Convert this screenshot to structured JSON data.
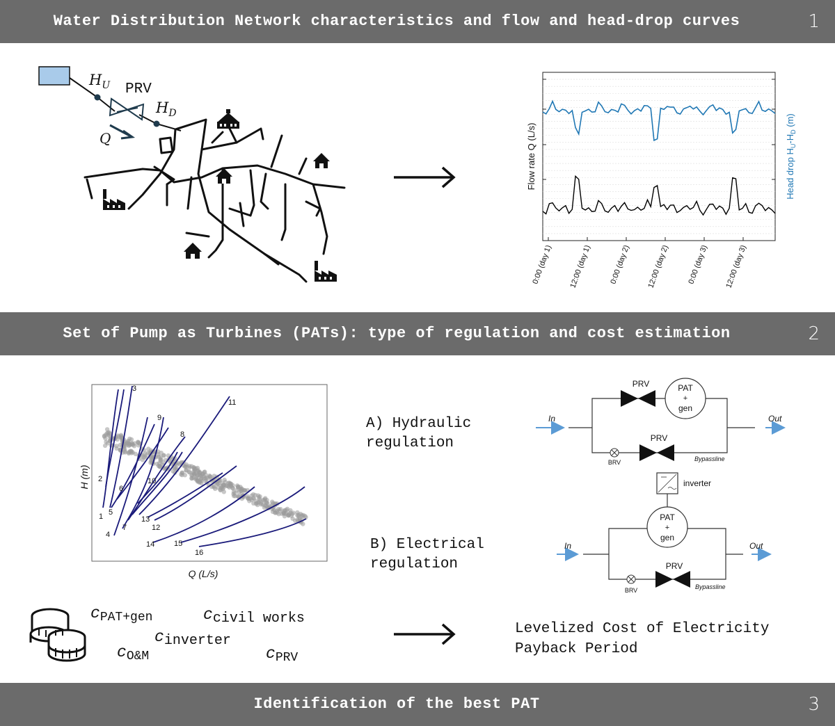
{
  "sections": [
    {
      "title": "Water Distribution Network characteristics and flow and head-drop curves",
      "number": "1"
    },
    {
      "title": "Set of Pump as Turbines (PATs): type of regulation and cost estimation",
      "number": "2"
    },
    {
      "title": "Identification of the best PAT",
      "number": "3"
    }
  ],
  "network": {
    "hu_label": "H",
    "hu_sub": "U",
    "hd_label": "H",
    "hd_sub": "D",
    "prv_label": "PRV",
    "q_label": "Q"
  },
  "chart": {
    "ylabel_left": "Flow rate Q (L/s)",
    "ylabel_right": "Head drop H",
    "ylabel_right_sub1": "U",
    "ylabel_right_mid": "-H",
    "ylabel_right_sub2": "D",
    "ylabel_right_unit": " (m)",
    "xticks": [
      "0:00 (day 1)",
      "12:00 (day 1)",
      "0:00 (day 2)",
      "12:00 (day 2)",
      "0:00 (day 3)",
      "12:00 (day 3)"
    ],
    "colors": {
      "head": "#1f77b4",
      "flow": "#000000"
    }
  },
  "chart_data": {
    "type": "line",
    "x": [
      "0:00 (day 1)",
      "12:00 (day 1)",
      "0:00 (day 2)",
      "12:00 (day 2)",
      "0:00 (day 3)",
      "12:00 (day 3)"
    ],
    "series": [],
    "xlabel": "",
    "ylabel": "Flow rate Q (L/s)"
  },
  "pat_chart": {
    "xlabel": "Q (L/s)",
    "ylabel": "H (m)",
    "curve_labels": [
      "1",
      "2",
      "3",
      "4",
      "5",
      "6",
      "7",
      "8",
      "9",
      "10",
      "11",
      "12",
      "13",
      "14",
      "15",
      "16"
    ],
    "curve_color": "#1a1a7a",
    "scatter_color": "#9a9a9a"
  },
  "regulation": {
    "hydraulic_line1": "A) Hydraulic",
    "hydraulic_line2": "regulation",
    "electrical_line1": "B) Electrical",
    "electrical_line2": "regulation"
  },
  "circuit_a": {
    "prv_top": "PRV",
    "pat": "PAT",
    "plus": "+",
    "gen": "gen",
    "in": "In",
    "out": "Out",
    "prv_bottom": "PRV",
    "brv": "BRV",
    "bypass": "Bypassline"
  },
  "circuit_b": {
    "inverter": "inverter",
    "pat": "PAT",
    "plus": "+",
    "gen": "gen",
    "in": "In",
    "out": "Out",
    "prv": "PRV",
    "brv": "BRV",
    "bypass": "Bypassline"
  },
  "costs": {
    "c_pat_gen": "PAT+gen",
    "c_civil": "civil works",
    "c_inverter": "inverter",
    "c_om": "O&M",
    "c_prv": "PRV",
    "c_symbol": "c"
  },
  "outcomes": {
    "lcoe": "Levelized Cost of Electricity",
    "payback": "Payback Period"
  },
  "accent": {
    "tank_fill": "#a9cbea",
    "arrow_blue": "#5b9bd5",
    "pipe": "#111111",
    "dark_arrow": "#1f3b4d"
  }
}
